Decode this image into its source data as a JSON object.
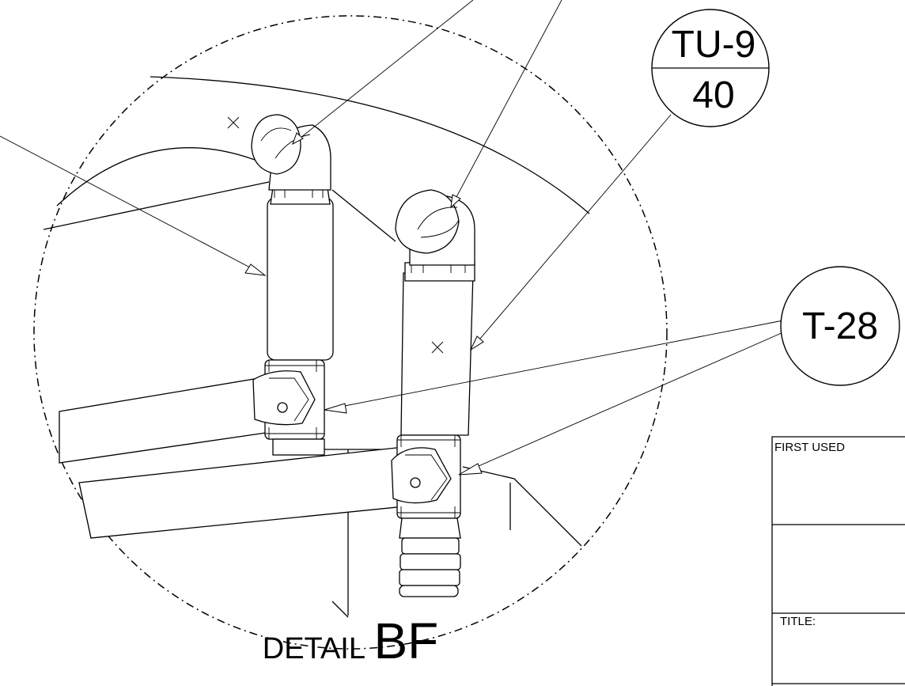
{
  "detail": {
    "label_prefix": "DETAIL",
    "label_id": "BF"
  },
  "callouts": {
    "tu9": {
      "top": "TU-9",
      "bottom": "40"
    },
    "t28": {
      "text": "T-28"
    }
  },
  "title_block": {
    "first_used_label": "FIRST USED",
    "title_label": "TITLE:"
  },
  "colors": {
    "line": "#000000",
    "background": "#ffffff"
  }
}
